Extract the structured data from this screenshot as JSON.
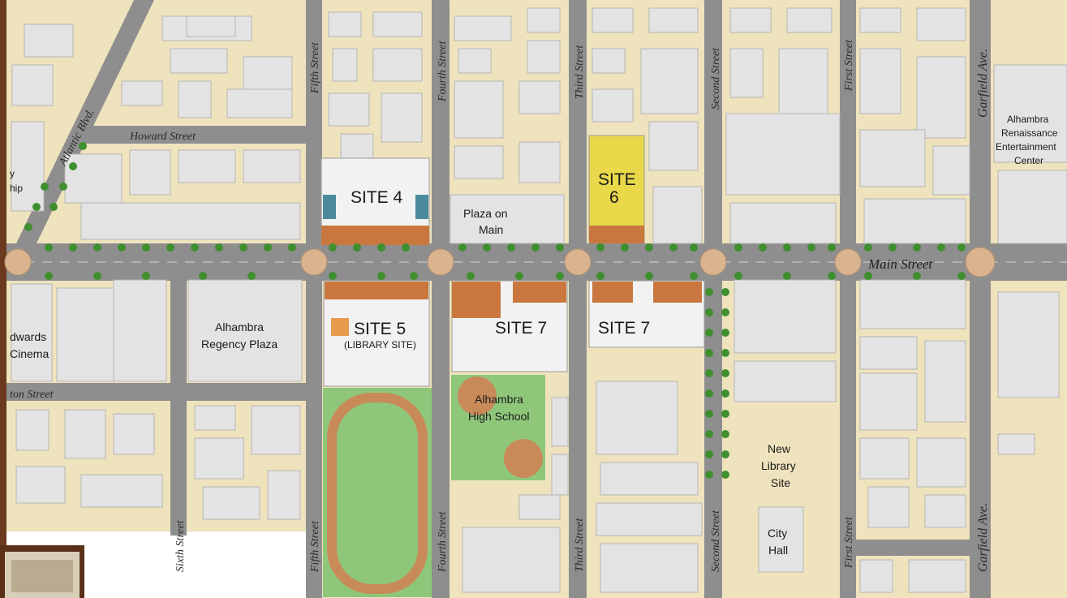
{
  "streets": {
    "atlantic": "Atlantic Blvd.",
    "howard": "Howard Street",
    "fifth": "Fifth Street",
    "fourth": "Fourth Street",
    "third": "Third Street",
    "second": "Second Street",
    "first": "First Street",
    "garfield": "Garfield Ave.",
    "sixth": "Sixth Street",
    "main": "Main Street",
    "bay": "ton Street"
  },
  "sites": {
    "site4": "SITE 4",
    "site5": "SITE 5",
    "site5_sub": "(LIBRARY SITE)",
    "site6_a": "SITE",
    "site6_b": "6",
    "site7a": "SITE 7",
    "site7b": "SITE 7"
  },
  "places": {
    "plaza_1": "Plaza on",
    "plaza_2": "Main",
    "regency_1": "Alhambra",
    "regency_2": "Regency Plaza",
    "high_1": "Alhambra",
    "high_2": "High School",
    "newlib_1": "New",
    "newlib_2": "Library",
    "newlib_3": "Site",
    "city_1": "City",
    "city_2": "Hall",
    "ren_1": "Alhambra",
    "ren_2": "Renaissance",
    "ren_3": "Entertainment",
    "ren_4": "Center",
    "cinema_1": "dwards",
    "cinema_2": "Cinema",
    "cut_1": "y",
    "cut_2": "hip"
  },
  "colors": {
    "ground": "#efe3bd",
    "road": "#8e8e8e",
    "building": "#e3e3e3",
    "site_roof": "#c9773e",
    "field": "#8fc77a",
    "track": "#c98a5a",
    "tree": "#3f8f2f",
    "frame": "#6b3a1e"
  }
}
